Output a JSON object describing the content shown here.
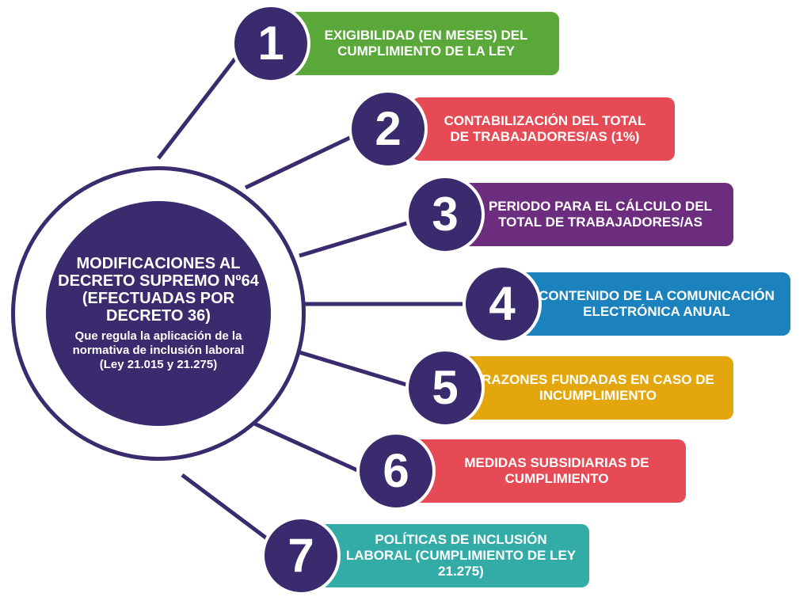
{
  "hub": {
    "title": "MODIFICACIONES AL DECRETO SUPREMO Nº64 (EFECTUADAS POR DECRETO 36)",
    "subtitle": "Que regula la aplicación de la normativa de inclusión laboral",
    "law": "(Ley 21.015 y 21.275)"
  },
  "items": [
    {
      "number": "1",
      "label": "EXIGIBILIDAD (EN MESES) DEL CUMPLIMIENTO DE LA LEY",
      "color": "#5aa83a"
    },
    {
      "number": "2",
      "label": "CONTABILIZACIÓN  DEL TOTAL DE TRABAJADORES/AS (1%)",
      "color": "#e64a55"
    },
    {
      "number": "3",
      "label": "PERIODO PARA EL CÁLCULO DEL TOTAL DE TRABAJADORES/AS",
      "color": "#6d2d7f"
    },
    {
      "number": "4",
      "label": "CONTENIDO DE LA COMUNICACIÓN ELECTRÓNICA ANUAL",
      "color": "#1b82be"
    },
    {
      "number": "5",
      "label": "RAZONES FUNDADAS EN CASO DE INCUMPLIMIENTO",
      "color": "#e3a60d"
    },
    {
      "number": "6",
      "label": "MEDIDAS SUBSIDIARIAS DE CUMPLIMIENTO",
      "color": "#e64a55"
    },
    {
      "number": "7",
      "label": "POLÍTICAS DE INCLUSIÓN LABORAL (CUMPLIMIENTO DE LEY 21.275)",
      "color": "#33aca8"
    }
  ]
}
